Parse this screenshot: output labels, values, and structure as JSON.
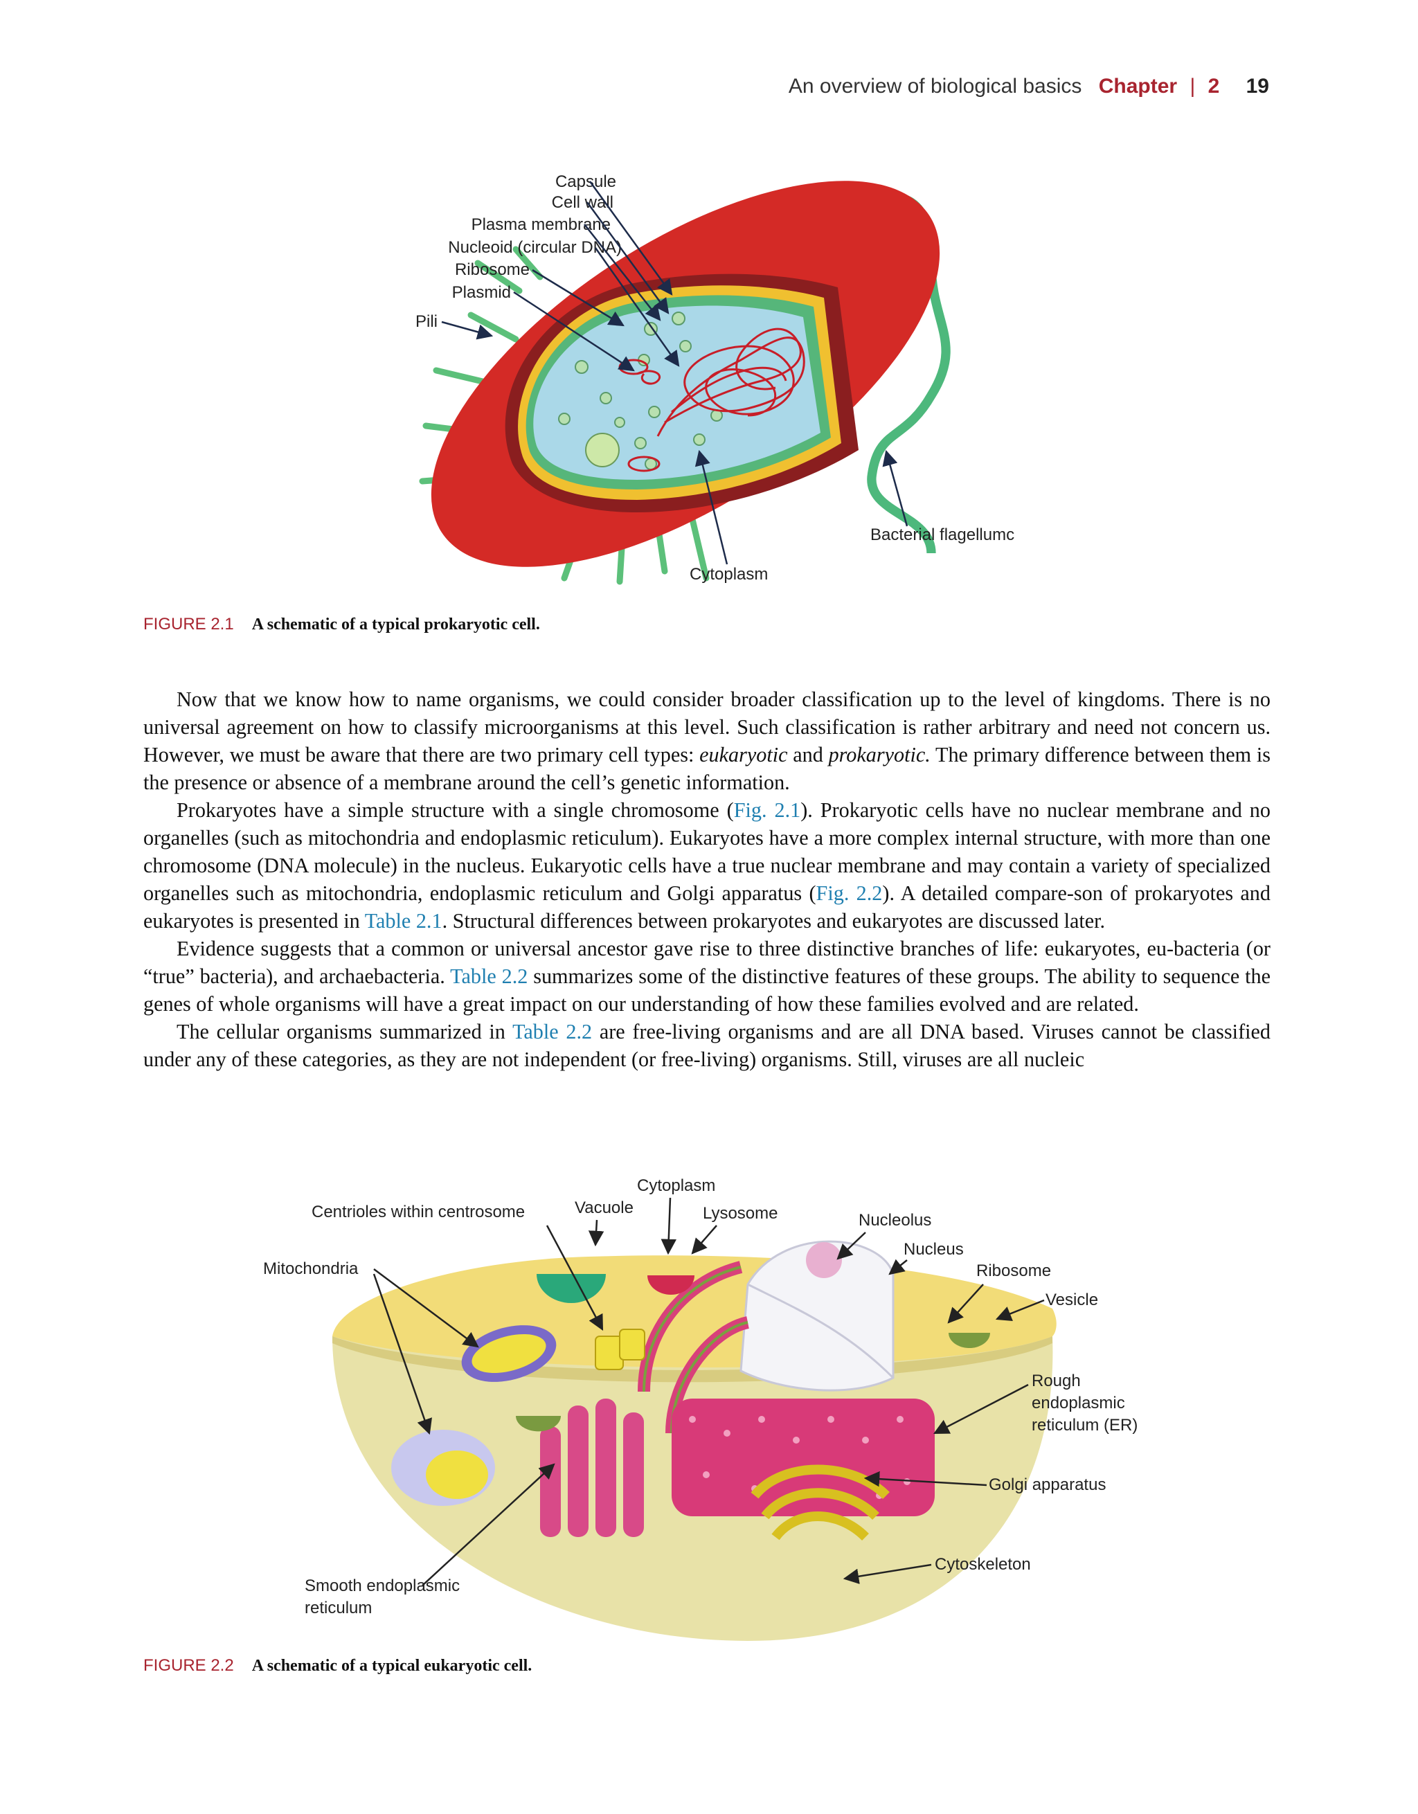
{
  "header": {
    "running_title": "An overview of biological basics",
    "chapter_label": "Chapter",
    "separator": "|",
    "chapter_number": "2",
    "page_number": "19"
  },
  "figure1": {
    "number": "FIGURE 2.1",
    "caption": "A schematic of a typical prokaryotic cell.",
    "labels": {
      "capsule": "Capsule",
      "cell_wall": "Cell wall",
      "plasma_membrane": "Plasma membrane",
      "nucleoid": "Nucleoid (circular DNA)",
      "ribosome": "Ribosome",
      "plasmid": "Plasmid",
      "pili": "Pili",
      "flagellum": "Bacterial flagellumc",
      "cytoplasm": "Cytoplasm"
    }
  },
  "paragraphs": {
    "p1_a": "Now that we know how to name organisms, we could consider broader classification up to the level of kingdoms. There is no universal agreement on how to classify microorganisms at this level. Such classification is rather arbitrary and need not concern us. However, we must be aware that there are two primary cell types: ",
    "p1_em1": "eukaryotic",
    "p1_and": " and ",
    "p1_em2": "prokaryotic.",
    "p1_b": " The primary difference between them is the presence or absence of a membrane around the cell’s genetic information.",
    "p2_a": "Prokaryotes have a simple structure with a single chromosome (",
    "p2_link1": "Fig. 2.1",
    "p2_b": "). Prokaryotic cells have no nuclear membrane and no organelles (such as mitochondria and endoplasmic reticulum). Eukaryotes have a more complex internal structure, with more than one chromosome (DNA molecule) in the nucleus. Eukaryotic cells have a true nuclear membrane and may contain a variety of specialized organelles such as mitochondria, endoplasmic reticulum and Golgi apparatus (",
    "p2_link2": "Fig. 2.2",
    "p2_c": "). A detailed compare-son of prokaryotes and eukaryotes is presented in ",
    "p2_link3": "Table 2.1",
    "p2_d": ". Structural differences between prokaryotes and eukaryotes are discussed later.",
    "p3_a": "Evidence suggests that a common or universal ancestor gave rise to three distinctive branches of life: eukaryotes, eu-bacteria (or “true” bacteria), and archaebacteria. ",
    "p3_link1": "Table 2.2",
    "p3_b": " summarizes some of the distinctive features of these groups. The ability to sequence the genes of whole organisms will have a great impact on our understanding of how these families evolved and are related.",
    "p4_a": "The cellular organisms summarized in ",
    "p4_link1": "Table 2.2",
    "p4_b": " are free-living organisms and are all DNA based. Viruses cannot be classified under any of these categories, as they are not independent (or free-living) organisms. Still, viruses are all nucleic"
  },
  "figure2": {
    "number": "FIGURE 2.2",
    "caption": "A schematic of a typical eukaryotic cell.",
    "labels": {
      "cytoplasm": "Cytoplasm",
      "centrioles": "Centrioles within centrosome",
      "vacuole": "Vacuole",
      "lysosome": "Lysosome",
      "nucleolus": "Nucleolus",
      "nucleus": "Nucleus",
      "ribosome": "Ribosome",
      "mitochondria": "Mitochondria",
      "vesicle": "Vesicle",
      "rough_er_1": "Rough",
      "rough_er_2": "endoplasmic",
      "rough_er_3": "reticulum (ER)",
      "golgi": "Golgi apparatus",
      "cytoskeleton": "Cytoskeleton",
      "smooth_er_1": "Smooth endoplasmic",
      "smooth_er_2": "reticulum"
    }
  },
  "colors": {
    "accent_red": "#a8242f",
    "link_blue": "#1f7fb0"
  }
}
